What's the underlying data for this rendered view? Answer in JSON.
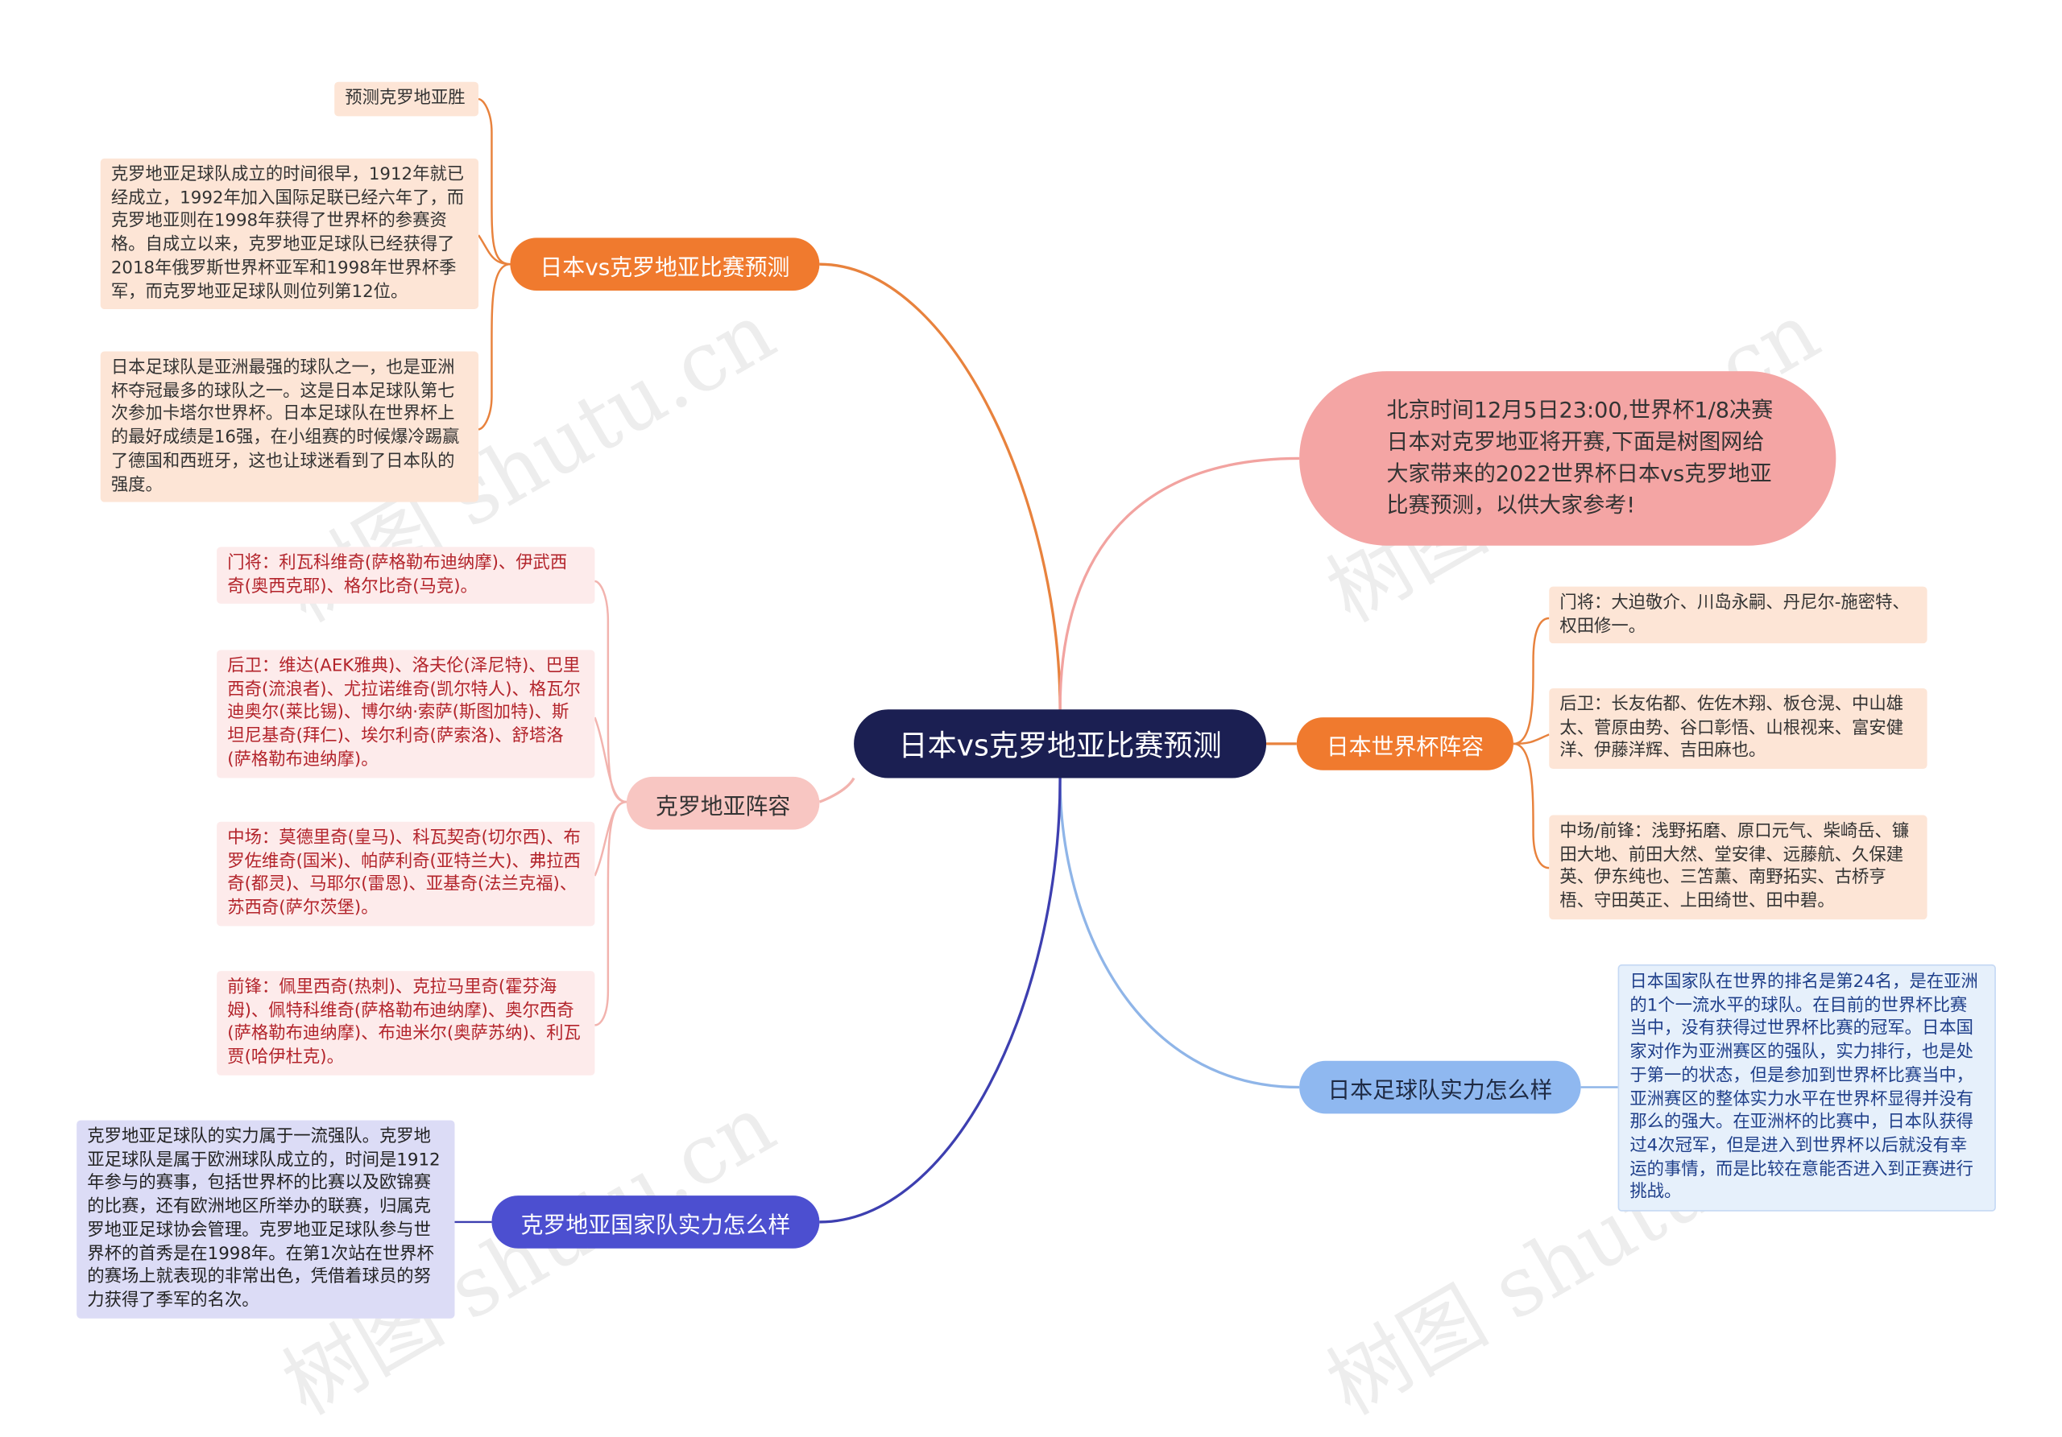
{
  "center": "日本vs克罗地亚比赛预测",
  "intro": "北京时间12月5日23:00,世界杯1/8决赛日本对克罗地亚将开赛,下面是树图网给大家带来的2022世界杯日本vs克罗地亚比赛预测，以供大家参考!",
  "branches": {
    "prediction": {
      "label": "日本vs克罗地亚比赛预测",
      "leaves": [
        "预测克罗地亚胜",
        "克罗地亚足球队成立的时间很早，1912年就已经成立，1992年加入国际足联已经六年了，而克罗地亚则在1998年获得了世界杯的参赛资格。自成立以来，克罗地亚足球队已经获得了2018年俄罗斯世界杯亚军和1998年世界杯季军，而克罗地亚足球队则位列第12位。",
        "日本足球队是亚洲最强的球队之一，也是亚洲杯夺冠最多的球队之一。这是日本足球队第七次参加卡塔尔世界杯。日本足球队在世界杯上的最好成绩是16强，在小组赛的时候爆冷踢赢了德国和西班牙，这也让球迷看到了日本队的强度。"
      ]
    },
    "croatia_squad": {
      "label": "克罗地亚阵容",
      "leaves": [
        "门将：利瓦科维奇(萨格勒布迪纳摩)、伊武西奇(奥西克耶)、格尔比奇(马竞)。",
        "后卫：维达(AEK雅典)、洛夫伦(泽尼特)、巴里西奇(流浪者)、尤拉诺维奇(凯尔特人)、格瓦尔迪奥尔(莱比锡)、博尔纳·索萨(斯图加特)、斯坦尼基奇(拜仁)、埃尔利奇(萨索洛)、舒塔洛(萨格勒布迪纳摩)。",
        "中场：莫德里奇(皇马)、科瓦契奇(切尔西)、布罗佐维奇(国米)、帕萨利奇(亚特兰大)、弗拉西奇(都灵)、马耶尔(雷恩)、亚基奇(法兰克福)、苏西奇(萨尔茨堡)。",
        "前锋：佩里西奇(热刺)、克拉马里奇(霍芬海姆)、佩特科维奇(萨格勒布迪纳摩)、奥尔西奇(萨格勒布迪纳摩)、布迪米尔(奥萨苏纳)、利瓦贾(哈伊杜克)。"
      ]
    },
    "croatia_strength": {
      "label": "克罗地亚国家队实力怎么样",
      "leaves": [
        "克罗地亚足球队的实力属于一流强队。克罗地亚足球队是属于欧洲球队成立的，时间是1912年参与的赛事，包括世界杯的比赛以及欧锦赛的比赛，还有欧洲地区所举办的联赛，归属克罗地亚足球协会管理。克罗地亚足球队参与世界杯的首秀是在1998年。在第1次站在世界杯的赛场上就表现的非常出色，凭借着球员的努力获得了季军的名次。"
      ]
    },
    "japan_squad": {
      "label": "日本世界杯阵容",
      "leaves": [
        "门将：大迫敬介、川岛永嗣、丹尼尔-施密特、权田修一。",
        "后卫：长友佑都、佐佐木翔、板仓滉、中山雄太、菅原由势、谷口彰悟、山根视来、富安健洋、伊藤洋辉、吉田麻也。",
        "中场/前锋：浅野拓磨、原口元气、柴崎岳、镰田大地、前田大然、堂安律、远藤航、久保建英、伊东纯也、三笘薰、南野拓实、古桥亨梧、守田英正、上田绮世、田中碧。"
      ]
    },
    "japan_strength": {
      "label": "日本足球队实力怎么样",
      "leaves": [
        "日本国家队在世界的排名是第24名，是在亚洲的1个一流水平的球队。在目前的世界杯比赛当中，没有获得过世界杯比赛的冠军。日本国家对作为亚洲赛区的强队，实力排行，也是处于第一的状态，但是参加到世界杯比赛当中，亚洲赛区的整体实力水平在世界杯显得并没有那么的强大。在亚洲杯的比赛中，日本队获得过4次冠军，但是进入到世界杯以后就没有幸运的事情，而是比较在意能否进入到正赛进行挑战。"
      ]
    }
  },
  "watermark": "树图 shutu.cn"
}
